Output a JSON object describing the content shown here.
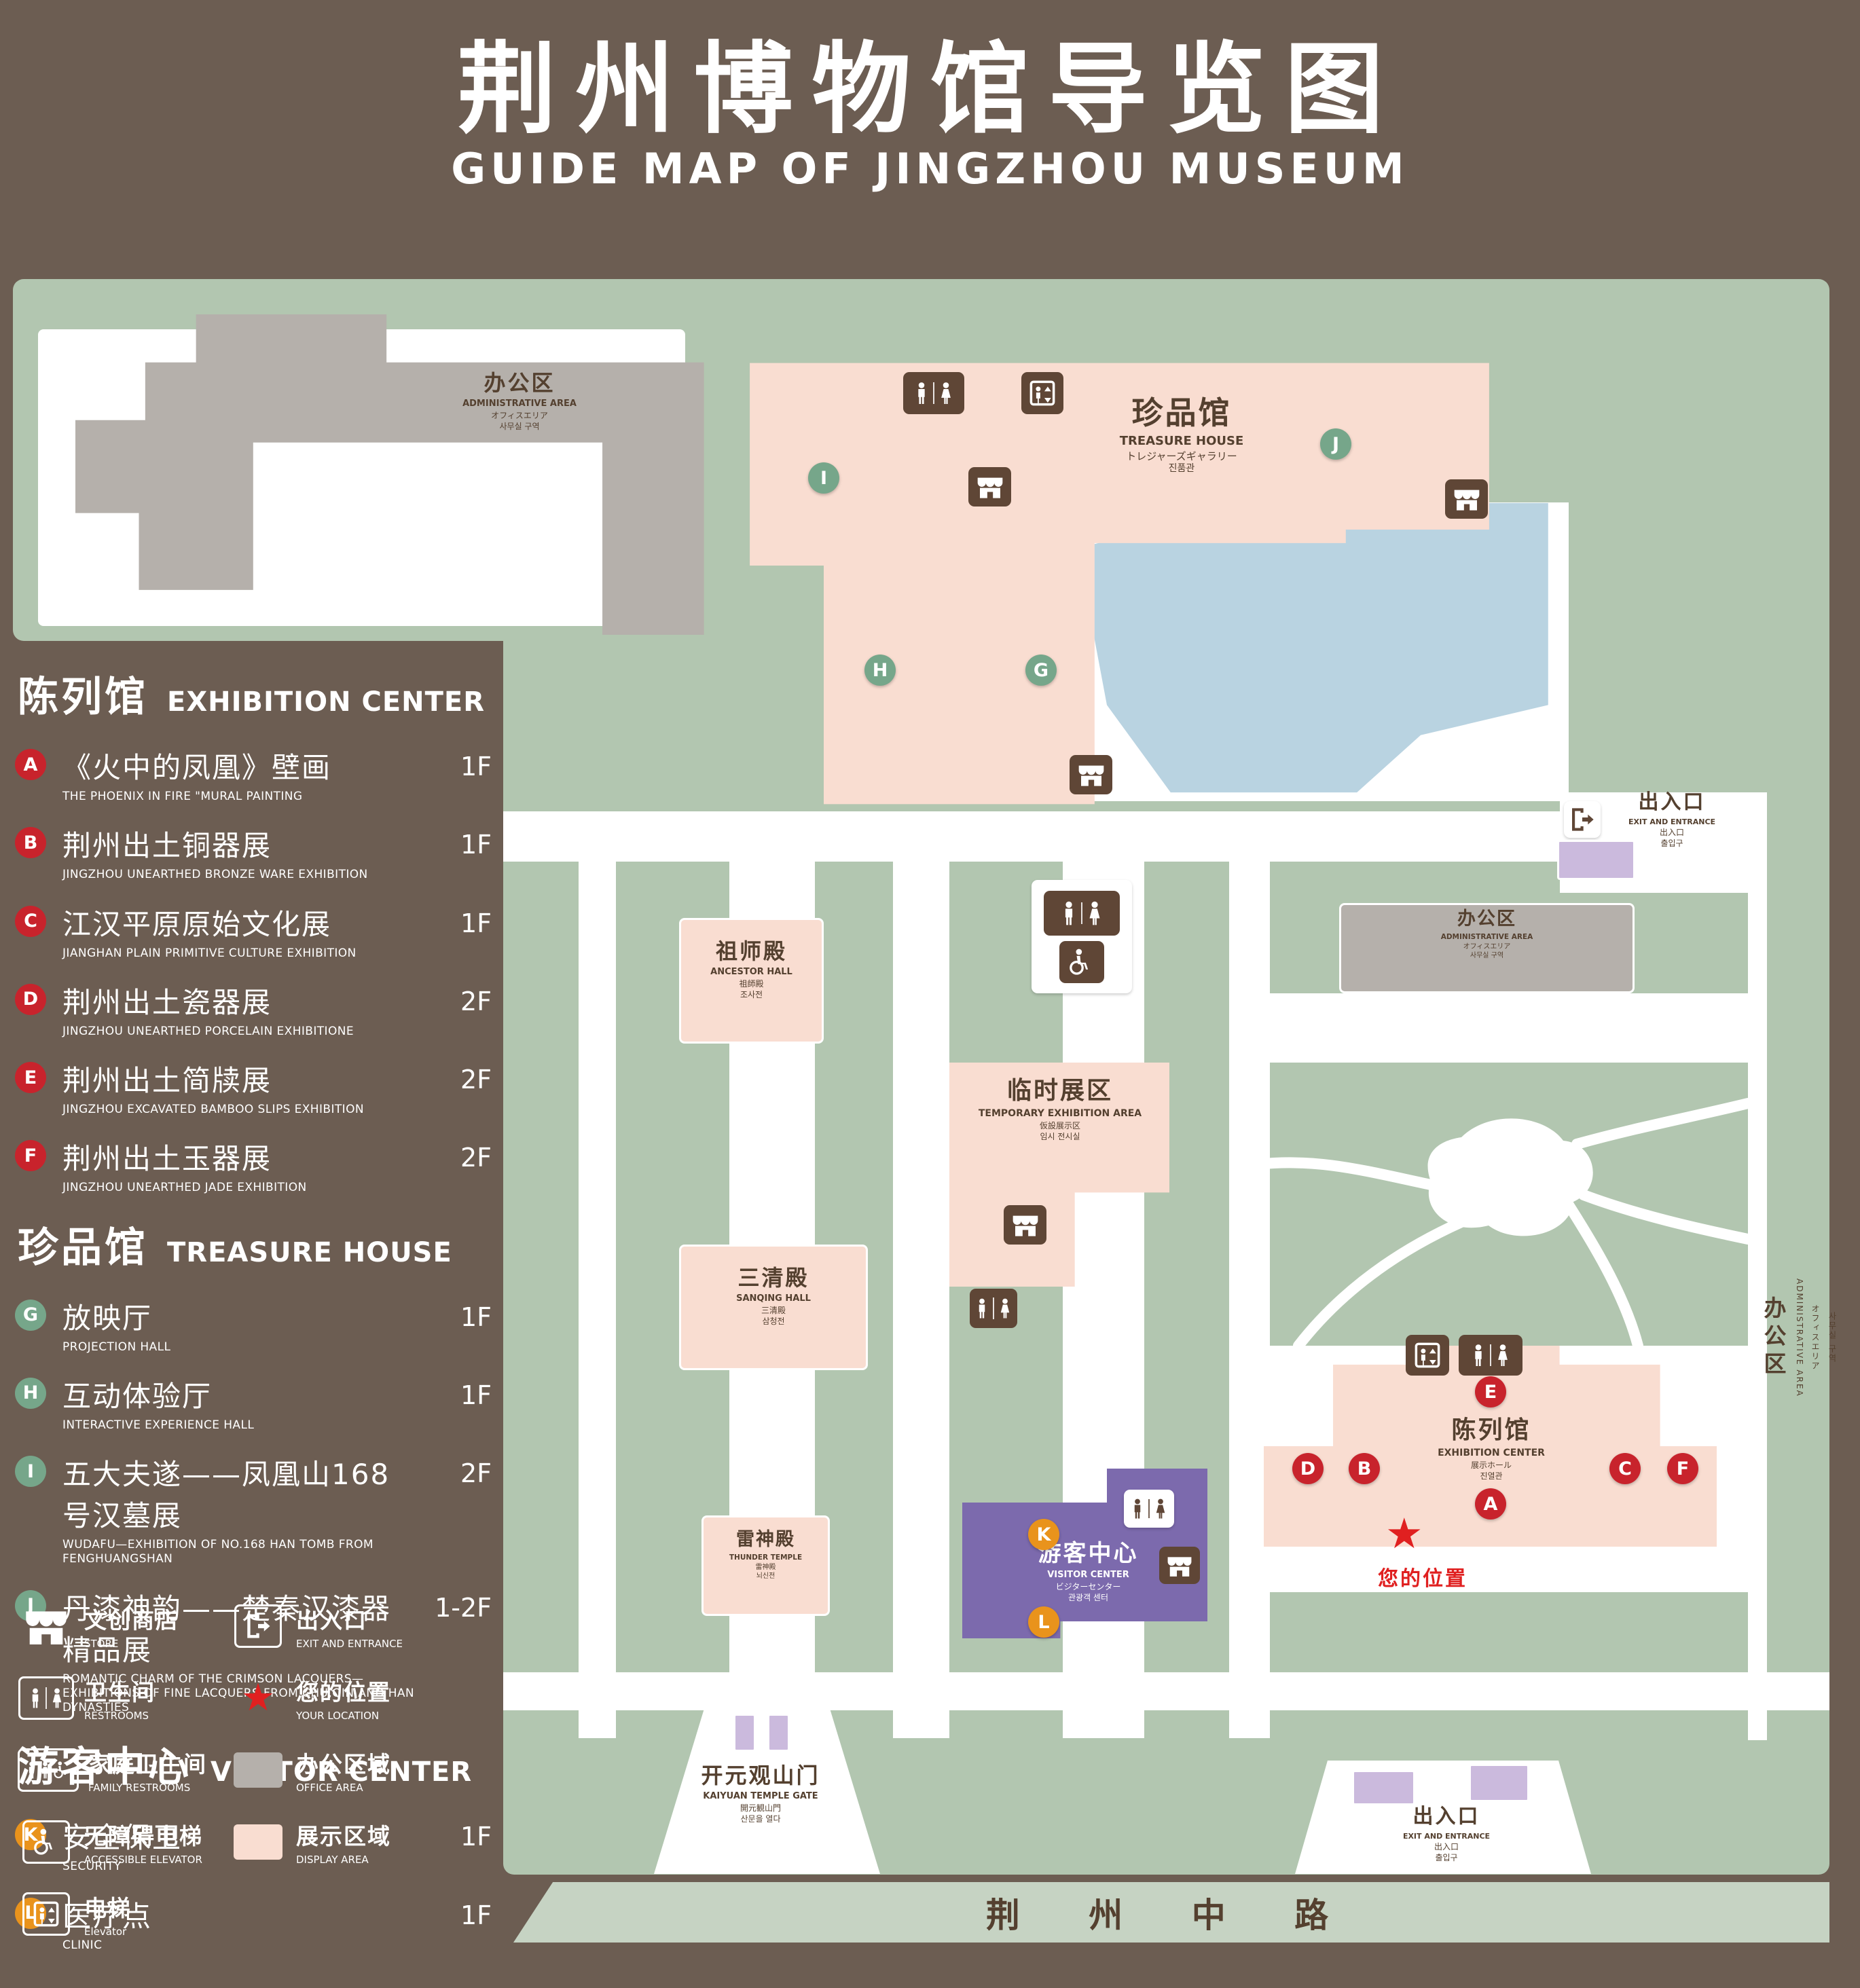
{
  "title": {
    "zh": "荆州博物馆导览图",
    "en": "GUIDE MAP OF JINGZHOU MUSEUM"
  },
  "sections": [
    {
      "zh": "陈列馆",
      "en": "EXHIBITION CENTER",
      "items": [
        {
          "id": "A",
          "zh": "《火中的凤凰》壁画",
          "en": "THE PHOENIX IN FIRE \"MURAL PAINTING",
          "floor": "1F"
        },
        {
          "id": "B",
          "zh": "荆州出土铜器展",
          "en": "JINGZHOU UNEARTHED BRONZE WARE EXHIBITION",
          "floor": "1F"
        },
        {
          "id": "C",
          "zh": "江汉平原原始文化展",
          "en": "JIANGHAN PLAIN PRIMITIVE CULTURE EXHIBITION",
          "floor": "1F"
        },
        {
          "id": "D",
          "zh": "荆州出土瓷器展",
          "en": "JINGZHOU UNEARTHED PORCELAIN EXHIBITIONE",
          "floor": "2F"
        },
        {
          "id": "E",
          "zh": "荆州出土简牍展",
          "en": "JINGZHOU EXCAVATED BAMBOO SLIPS EXHIBITION",
          "floor": "2F"
        },
        {
          "id": "F",
          "zh": "荆州出土玉器展",
          "en": "JINGZHOU UNEARTHED JADE EXHIBITION",
          "floor": "2F"
        }
      ]
    },
    {
      "zh": "珍品馆",
      "en": "TREASURE HOUSE",
      "items": [
        {
          "id": "G",
          "zh": "放映厅",
          "en": "PROJECTION HALL",
          "floor": "1F"
        },
        {
          "id": "H",
          "zh": "互动体验厅",
          "en": "INTERACTIVE EXPERIENCE HALL",
          "floor": "1F"
        },
        {
          "id": "I",
          "zh": "五大夫遂——凤凰山168号汉墓展",
          "en": "WUDAFU—EXHIBITION OF NO.168 HAN TOMB FROM FENGHUANGSHAN",
          "floor": "2F"
        },
        {
          "id": "J",
          "zh": "丹漆神韵——楚秦汉漆器精品展",
          "en": "ROMANTIC CHARM OF THE CRIMSON LACQUERS—EXHIBITIONS OF FINE LACQUERS FROM CHU,QIN AND HAN DYNASTIES",
          "floor": "1-2F"
        }
      ]
    },
    {
      "zh": "游客中心",
      "en": "VISITOR CENTER",
      "items": [
        {
          "id": "K",
          "zh": "安全保卫",
          "en": "SECURITY",
          "floor": "1F"
        },
        {
          "id": "L",
          "zh": "医疗点",
          "en": "CLINIC",
          "floor": "1F"
        }
      ]
    }
  ],
  "icon_legend": [
    {
      "zh": "文创商店",
      "en": "STORE"
    },
    {
      "zh": "出入口",
      "en": "EXIT AND ENTRANCE"
    },
    {
      "zh": "卫生间",
      "en": "RESTROOMS"
    },
    {
      "zh": "您的位置",
      "en": "YOUR LOCATION"
    },
    {
      "zh": "家庭卫生间",
      "en": "FAMILY RESTROOMS"
    },
    {
      "zh": "办公区域",
      "en": "OFFICE AREA"
    },
    {
      "zh": "无障碍电梯",
      "en": "ACCESSIBLE ELEVATOR"
    },
    {
      "zh": "展示区域",
      "en": "DISPLAY AREA"
    },
    {
      "zh": "电梯",
      "en": "Elevator"
    }
  ],
  "map": {
    "admin": {
      "zh": "办公区",
      "en": "ADMINISTRATIVE AREA",
      "ja": "オフィスエリア",
      "ko": "사무실 구역"
    },
    "treasure": {
      "zh": "珍品馆",
      "en": "TREASURE HOUSE",
      "ja": "トレジャーズギャラリー",
      "ko": "진품관"
    },
    "ancestor": {
      "zh": "祖师殿",
      "en": "ANCESTOR HALL",
      "ja": "祖師殿",
      "ko": "조사전"
    },
    "temporary": {
      "zh": "临时展区",
      "en": "TEMPORARY EXHIBITION AREA",
      "ja": "仮設展示区",
      "ko": "임시 전시실"
    },
    "sanqing": {
      "zh": "三清殿",
      "en": "SANQING HALL",
      "ja": "三清殿",
      "ko": "삼청전"
    },
    "thunder": {
      "zh": "雷神殿",
      "en": "THUNDER TEMPLE",
      "ja": "雷神殿",
      "ko": "뇌신전"
    },
    "exhibition": {
      "zh": "陈列馆",
      "en": "EXHIBITION CENTER",
      "ja": "展示ホール",
      "ko": "진열관"
    },
    "visitor": {
      "zh": "游客中心",
      "en": "VISITOR CENTER",
      "ja": "ビジターセンター",
      "ko": "관광객 센터"
    },
    "gate": {
      "zh": "开元观山门",
      "en": "KAIYUAN TEMPLE GATE",
      "ja": "開元観山門",
      "ko": "산문을 열다"
    },
    "exit": {
      "zh": "出入口",
      "en": "EXIT AND ENTRANCE",
      "ja": "出入口",
      "ko": "출입구"
    },
    "road": "荆 州 中 路",
    "your_location": "您的位置"
  },
  "colors": {
    "background": "#6c5d52",
    "map_green": "#b2c6b0",
    "building_pink": "#f9ddd1",
    "office_gray": "#b5b0ab",
    "pond_blue": "#b9d3e1",
    "visitor_purple": "#7c6aad",
    "gate_purple": "#cbbadd",
    "marker_red": "#c8232c",
    "marker_green": "#76a68a",
    "marker_orange": "#e9931c",
    "star_red": "#e02020"
  }
}
